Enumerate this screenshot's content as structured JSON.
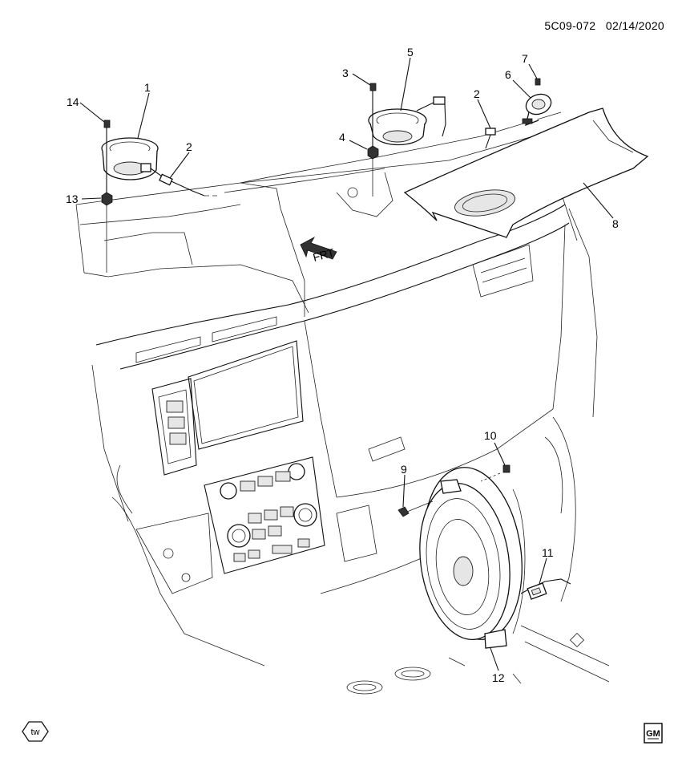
{
  "header": {
    "diagram_code": "5C09-072",
    "date": "02/14/2020"
  },
  "direction_marker": "FRT",
  "callouts": [
    {
      "id": "1",
      "label": "1"
    },
    {
      "id": "2a",
      "label": "2"
    },
    {
      "id": "2b",
      "label": "2"
    },
    {
      "id": "3",
      "label": "3"
    },
    {
      "id": "4",
      "label": "4"
    },
    {
      "id": "5",
      "label": "5"
    },
    {
      "id": "6",
      "label": "6"
    },
    {
      "id": "7",
      "label": "7"
    },
    {
      "id": "8",
      "label": "8"
    },
    {
      "id": "9",
      "label": "9"
    },
    {
      "id": "10",
      "label": "10"
    },
    {
      "id": "11",
      "label": "11"
    },
    {
      "id": "12",
      "label": "12"
    },
    {
      "id": "13",
      "label": "13"
    },
    {
      "id": "14",
      "label": "14"
    }
  ],
  "badges": {
    "tw": "tw",
    "gm_logo_text": "GM"
  },
  "icons": [
    "tw-hexagon-icon",
    "gm-logo-icon",
    "front-arrow-icon"
  ]
}
